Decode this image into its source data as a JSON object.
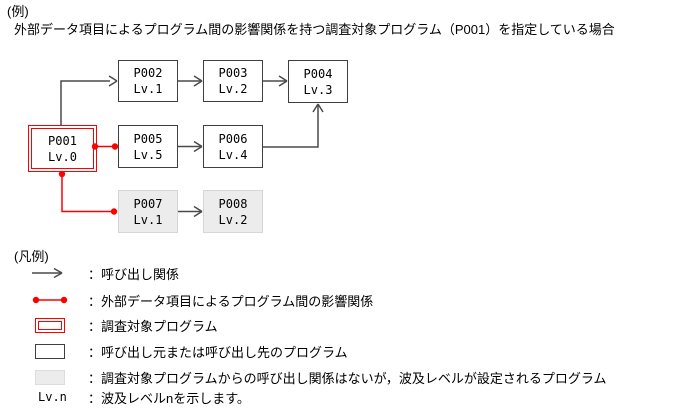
{
  "header": {
    "example_tag": "(例)",
    "description": "外部データ項目によるプログラム間の影響関係を持つ調査対象プログラム（P001）を指定している場合"
  },
  "diagram": {
    "boxes": [
      {
        "id": "P001",
        "level": "Lv.0",
        "type": "target"
      },
      {
        "id": "P002",
        "level": "Lv.1",
        "type": "called"
      },
      {
        "id": "P003",
        "level": "Lv.2",
        "type": "called"
      },
      {
        "id": "P004",
        "level": "Lv.3",
        "type": "called"
      },
      {
        "id": "P005",
        "level": "Lv.5",
        "type": "called"
      },
      {
        "id": "P006",
        "level": "Lv.4",
        "type": "called"
      },
      {
        "id": "P007",
        "level": "Lv.1",
        "type": "impact-level-only"
      },
      {
        "id": "P008",
        "level": "Lv.2",
        "type": "impact-level-only"
      }
    ]
  },
  "legend": {
    "title": "(凡例)",
    "items": [
      {
        "icon": "call-arrow-icon",
        "label": "：呼び出し関係"
      },
      {
        "icon": "external-data-influence-icon",
        "label": "：外部データ項目によるプログラム間の影響関係"
      },
      {
        "icon": "target-program-box-icon",
        "label": "：調査対象プログラム"
      },
      {
        "icon": "caller-callee-program-box-icon",
        "label": "：呼び出し元または呼び出し先のプログラム"
      },
      {
        "icon": "impact-level-program-box-icon",
        "label": "：調査対象プログラムからの呼び出し関係はないが，波及レベルが設定されるプログラム"
      },
      {
        "icon": "impact-level-symbol",
        "symbol": "Lv.n",
        "label": "：波及レベルnを示します。"
      }
    ]
  },
  "colors": {
    "call_line": "#4a4a4a",
    "box_border": "#3f3f3f",
    "influence_red": "#ff0000",
    "gray_box_fill": "#ececec",
    "gray_box_border": "#d6d6d6"
  }
}
